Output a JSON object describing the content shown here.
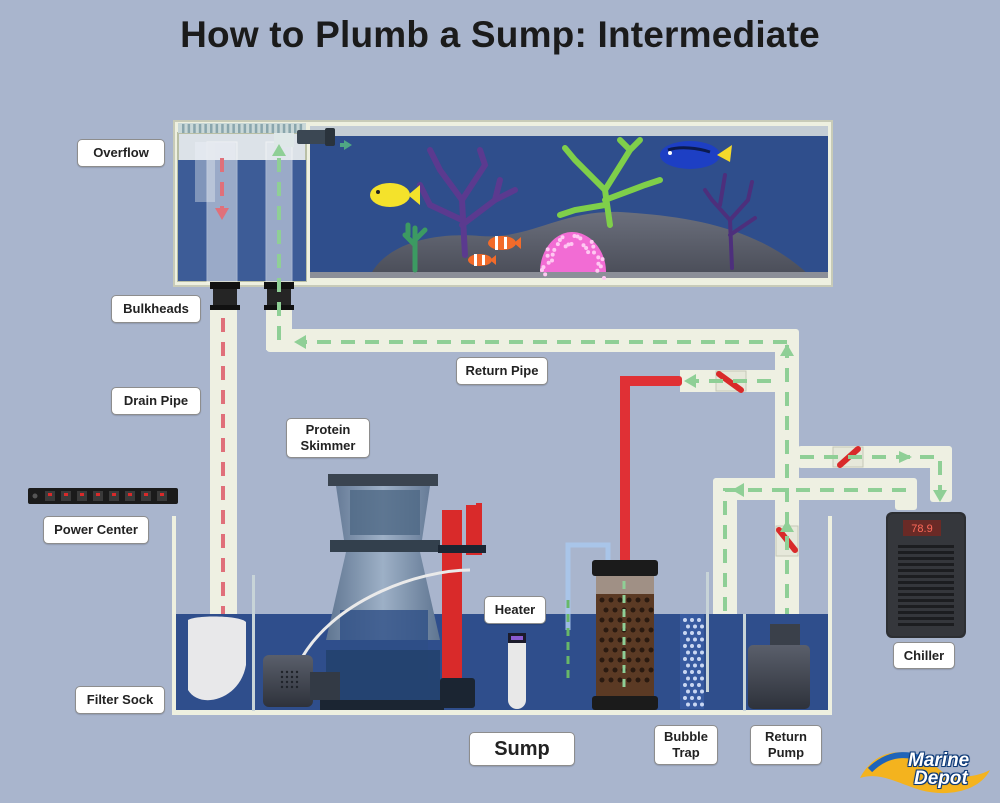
{
  "title": "How to Plumb a Sump: Intermediate",
  "labels": {
    "overflow": "Overflow",
    "bulkheads": "Bulkheads",
    "drain_pipe": "Drain Pipe",
    "return_pipe": "Return Pipe",
    "protein_skimmer": "Protein\nSkimmer",
    "power_center": "Power Center",
    "heater": "Heater",
    "filter_sock": "Filter Sock",
    "sump": "Sump",
    "bubble_trap": "Bubble\nTrap",
    "return_pump": "Return\nPump",
    "chiller": "Chiller"
  },
  "chiller_display": "78.9",
  "brand": {
    "line1": "Marine",
    "line2": "Depot"
  },
  "colors": {
    "background": "#a9b5cd",
    "water": "#2f4e8c",
    "pipe": "#eef0e2",
    "drain_flow": "#e0707a",
    "return_flow": "#8fcf96",
    "valve": "#d92a2a",
    "hot_pipe": "#e03035"
  }
}
